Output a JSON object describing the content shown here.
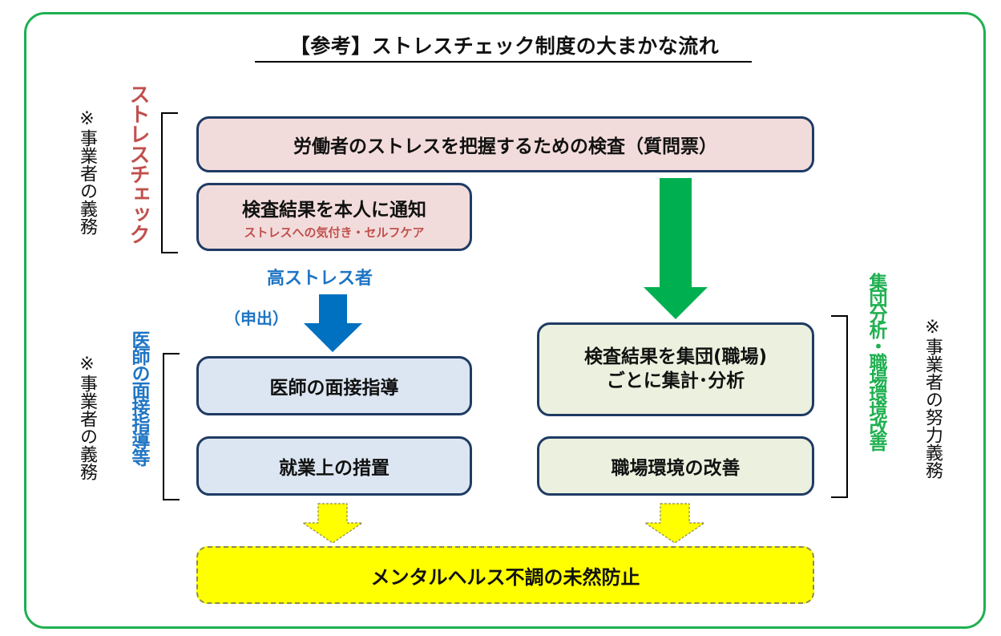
{
  "title": "【参考】ストレスチェック制度の大まかな流れ",
  "left_column": {
    "section1": {
      "note": "※事業者の義務",
      "label": "ストレスチェック"
    },
    "section2": {
      "note": "※事業者の義務",
      "label": "医師の面接指導等"
    }
  },
  "right_column": {
    "label": "集団分析・職場環境改善",
    "note": "※事業者の努力義務"
  },
  "boxes": {
    "survey": "労働者のストレスを把握するための検査（質問票）",
    "notify": {
      "main": "検査結果を本人に通知",
      "sub": "ストレスへの気付き・セルフケア"
    },
    "interview": "医師の面接指導",
    "measures": "就業上の措置",
    "group_analysis": {
      "line1": "検査結果を集団(職場)",
      "line2": "ごとに集計･分析"
    },
    "improvement": "職場環境の改善",
    "prevention": "メンタルヘルス不調の未然防止"
  },
  "arrow_labels": {
    "high_stress": "高ストレス者",
    "request": "（申出）"
  },
  "colors": {
    "frame_green": "#1fb050",
    "box_border": "#1f3b64",
    "pink_fill": "#f2dcdb",
    "blue_fill": "#dce6f2",
    "green_fill": "#ebf1de",
    "yellow_fill": "#ffff00",
    "red_text": "#c0504d",
    "blue_text": "#1f75c4",
    "green_arrow": "#00b050",
    "blue_arrow": "#0070c0"
  }
}
